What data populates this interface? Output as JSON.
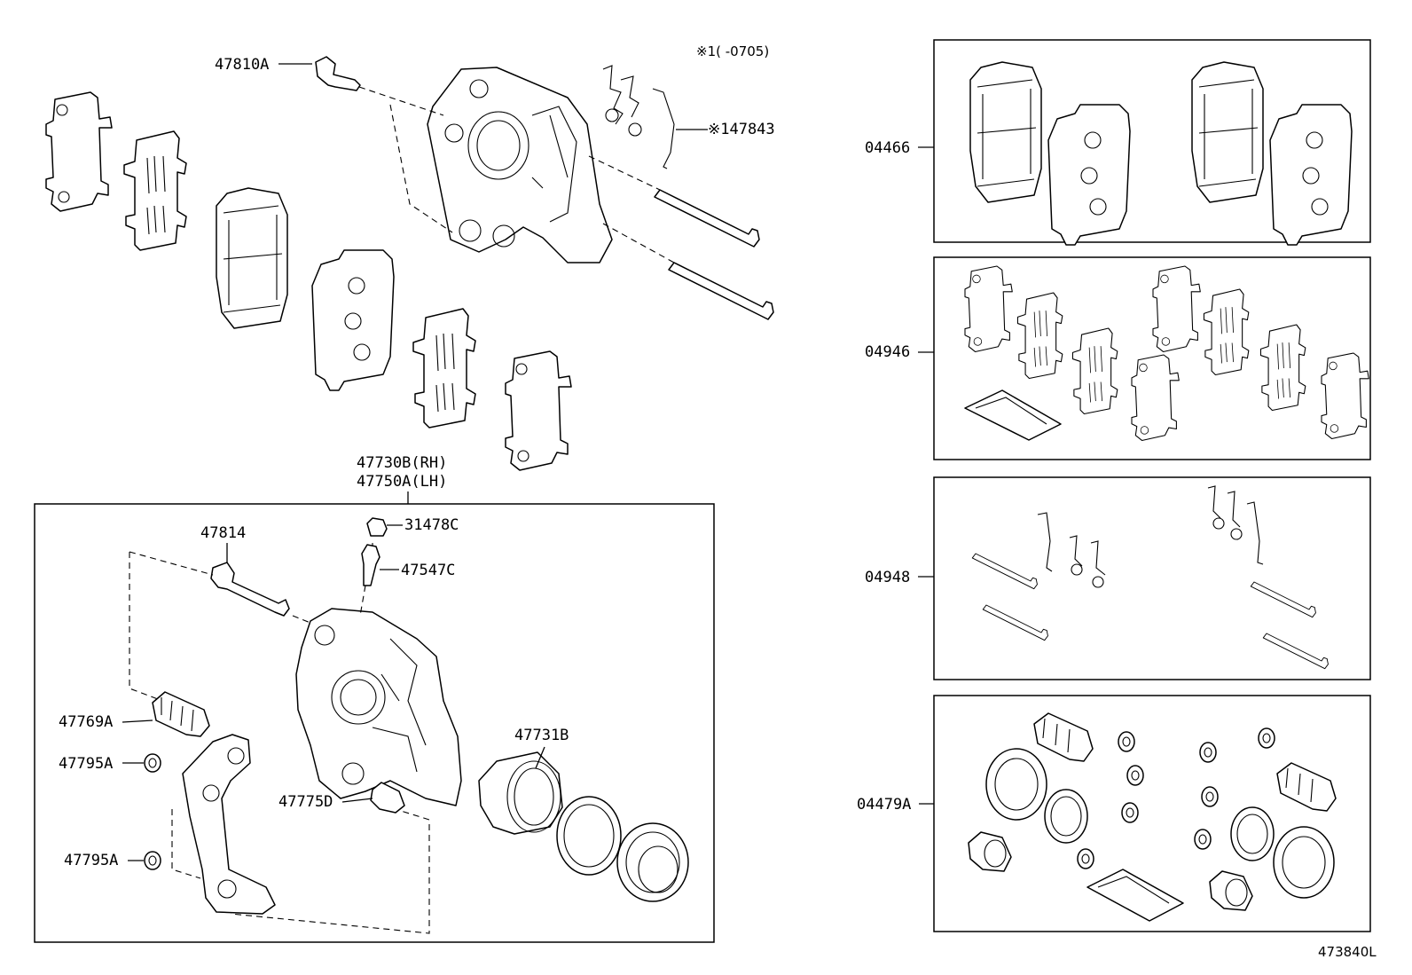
{
  "diagram": {
    "figure_code": "473840L",
    "note_top": "※1(     -0705)",
    "callouts": {
      "bolt_top": "47810A",
      "spring_clips": "※147843",
      "caliper_rh": "47730B(RH)",
      "caliper_lh": "47750A(LH)",
      "bleeder_cap": "31478C",
      "bleeder_plug": "47547C",
      "slide_pin": "47814",
      "boot_a": "47769A",
      "bushing_1": "47795A",
      "bushing_2": "47795A",
      "boot_d": "47775D",
      "piston": "47731B"
    },
    "kits": [
      {
        "code": "04466"
      },
      {
        "code": "04946"
      },
      {
        "code": "04948"
      },
      {
        "code": "04479A"
      }
    ]
  }
}
